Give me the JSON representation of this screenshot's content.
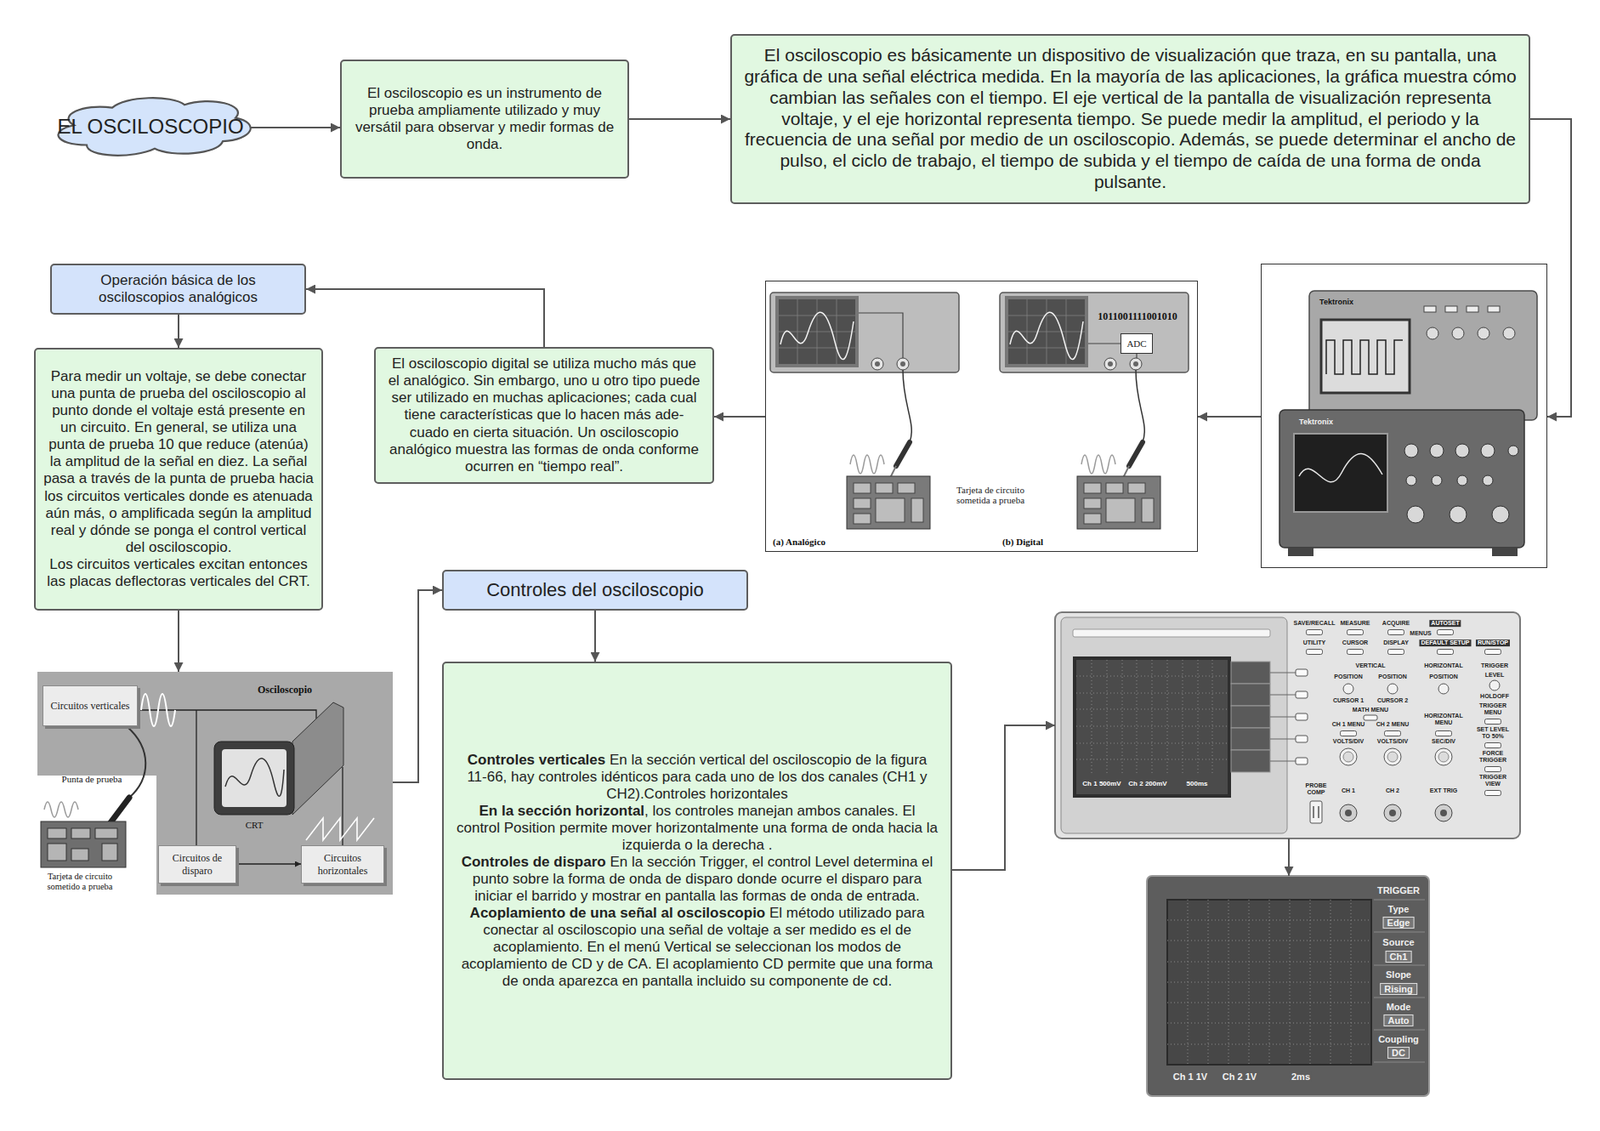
{
  "diagram": {
    "nodes": [
      {
        "text": [
          "EL OSCILOSCOPIO"
        ]
      },
      {
        "text": [
          "El osciloscopio es un instrumento de prueba ampliamente utilizado y muy versátil para observar y medir formas de onda."
        ]
      },
      {
        "text": [
          "El osciloscopio es básicamente un dispositivo de visualización que traza, en su pantalla, una gráfica de una señal eléctrica medida. En la mayoría de las aplicaciones, la gráfica muestra cómo cambian las señales con el tiempo. El eje vertical de la pantalla de visualización representa voltaje, y el eje horizontal representa tiempo. Se puede medir la amplitud, el periodo y la frecuencia de una señal por medio de un osciloscopio. Además, se puede determinar el ancho de pulso, el ciclo de trabajo, el tiempo de subida y el tiempo de caída de una forma de onda pulsante."
        ]
      },
      {
        "text": [
          "Tektronix",
          "Tektronix"
        ]
      },
      {
        "text": [
          "1011001111001010",
          "Tarjeta de circuito sometida a prueba",
          "(a) Analógico",
          "(b) Digital"
        ]
      },
      {
        "text": [
          "ADC"
        ],
        "in": 4
      },
      {
        "text": [
          "El osciloscopio digital se utiliza mucho más que el analógico. Sin embargo, uno u otro tipo puede ser utilizado en muchas aplicaciones; cada cual tiene características que lo hacen más ade- cuado en cierta situación. Un osciloscopio analógico muestra las formas de onda conforme ocurren en “tiempo real”."
        ]
      },
      {
        "text": [
          "Operación básica de los osciloscopios analógicos"
        ]
      },
      {
        "text": [
          "Para medir un voltaje, se debe conectar una punta de prueba del osciloscopio al punto donde el voltaje está presente en un circuito. En general, se utiliza una punta de prueba 10 que reduce (atenúa) la amplitud de la señal en diez. La señal pasa a través de la punta de prueba hacia los circuitos verticales donde es atenuada aún más, o amplificada según la amplitud real y dónde se ponga el control vertical del osciloscopio.",
          "Los circuitos verticales excitan entonces las placas deflectoras verticales del CRT."
        ]
      },
      {
        "text": [
          "Osciloscopio",
          "Punta de prueba",
          "CRT",
          "Tarjeta de circuito sometido a prueba"
        ]
      },
      {
        "text": [
          "Circuitos verticales"
        ],
        "in": 9
      },
      {
        "text": [
          "Circuitos de disparo"
        ],
        "in": 9
      },
      {
        "text": [
          "Circuitos horizontales"
        ],
        "in": 9
      },
      {
        "text": [
          "Controles del osciloscopio"
        ]
      },
      {
        "text": [
          "Controles verticales",
          "En la sección vertical del osciloscopio de la figura 11-66, hay controles idénticos para cada uno de los dos canales (CH1 y CH2).Controles horizontales",
          "En la sección horizontal",
          ", los controles manejan ambos canales. El control Position permite mover horizontalmente una forma de onda hacia la izquierda o la derecha .",
          "Controles de disparo",
          "En la sección Trigger, el control Level determina el punto sobre la forma de onda de disparo donde ocurre el disparo para iniciar el barrido y mostrar en pantalla las formas de onda de entrada.",
          "Acoplamiento de una señal al osciloscopio",
          "El método utilizado para conectar al osciloscopio una señal de voltaje a ser medido es el de acoplamiento. En el menú Vertical se seleccionan los modos de acoplamiento de CD y de CA. El acoplamiento CD permite que una forma de onda aparezca en pantalla incluido su componente de cd."
        ]
      },
      {
        "text": [
          "SAVE/RECALL",
          "MEASURE",
          "ACQUIRE",
          "MENUS",
          "AUTOSET",
          "UTILITY",
          "CURSOR",
          "DISPLAY",
          "DEFAULT SETUP",
          "RUN/STOP",
          "VERTICAL",
          "HORIZONTAL",
          "TRIGGER",
          "POSITION",
          "POSITION",
          "POSITION",
          "LEVEL",
          "HOLDOFF",
          "CURSOR 1",
          "CURSOR 2",
          "MATH MENU",
          "CH 1 MENU",
          "CH 2 MENU",
          "HORIZONTAL MENU",
          "TRIGGER MENU",
          "SET LEVEL TO 50%",
          "FORCE TRIGGER",
          "TRIGGER VIEW",
          "VOLTS/DIV",
          "VOLTS/DIV",
          "SEC/DIV",
          "PROBE COMP",
          "CH 1",
          "CH 2",
          "EXT TRIG",
          "Ch 1 500mV",
          "Ch 2 200mV",
          "500ms"
        ]
      },
      {
        "text": [
          "TRIGGER",
          "Type",
          "Edge",
          "Source",
          "Ch1",
          "Slope",
          "Rising",
          "Mode",
          "Auto",
          "Coupling",
          "DC",
          "Ch 1 1V",
          "Ch 2 1V",
          "2ms"
        ]
      }
    ],
    "edges": [
      {
        "from": 0,
        "to": 1,
        "arrow": "to"
      },
      {
        "from": 1,
        "to": 2,
        "arrow": "to"
      },
      {
        "from": 2,
        "to": 3,
        "arrow": "to"
      },
      {
        "from": 3,
        "to": 4,
        "arrow": "to"
      },
      {
        "from": 4,
        "to": 6,
        "arrow": "to"
      },
      {
        "from": 6,
        "to": 7,
        "arrow": "to"
      },
      {
        "from": 7,
        "to": 8,
        "arrow": "to"
      },
      {
        "from": 8,
        "to": 9,
        "arrow": "to"
      },
      {
        "from": 9,
        "to": 13,
        "arrow": "to"
      },
      {
        "from": 13,
        "to": 14,
        "arrow": "to"
      },
      {
        "from": 14,
        "to": 15,
        "arrow": "to"
      },
      {
        "from": 15,
        "to": 16,
        "arrow": "to"
      },
      {
        "from": 11,
        "to": 12,
        "arrow": "to"
      }
    ]
  }
}
